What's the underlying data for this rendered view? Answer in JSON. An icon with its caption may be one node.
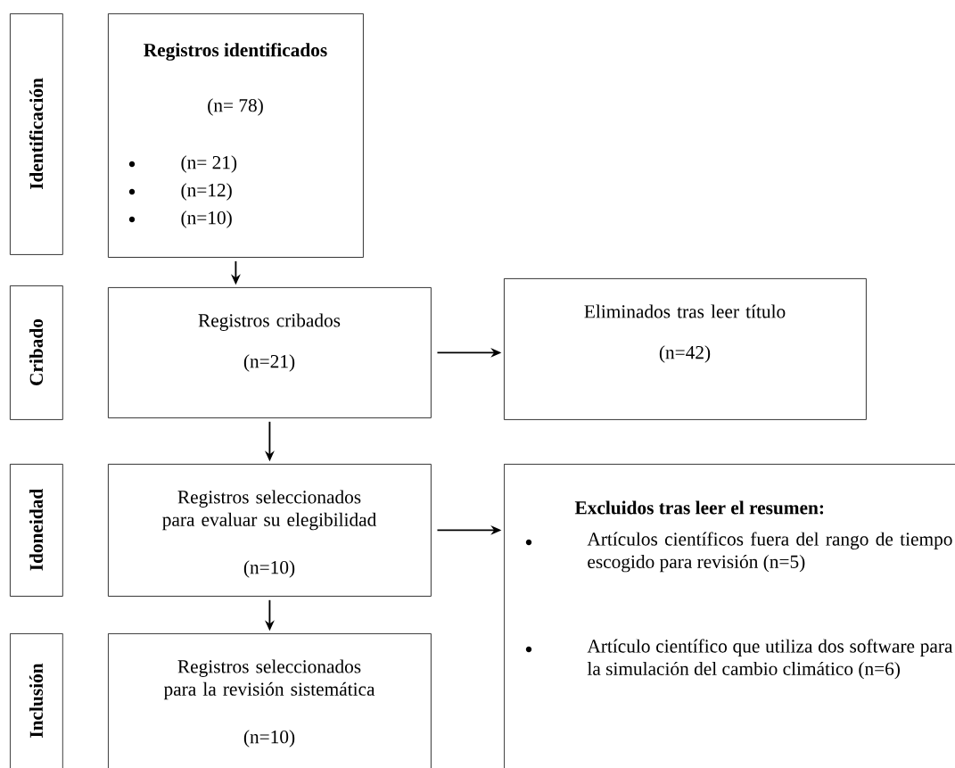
{
  "diagram": {
    "nodes": [
      {
        "text": [
          "Identificación"
        ]
      },
      {
        "text": [
          "Registros identificados",
          "(n= 78)",
          "(n= 21)",
          "(n=12)",
          "(n=10)"
        ]
      },
      {
        "text": [
          "Cribado"
        ]
      },
      {
        "text": [
          "Registros cribados",
          "(n=21)"
        ]
      },
      {
        "text": [
          "Eliminados tras leer título",
          "(n=42)"
        ]
      },
      {
        "text": [
          "Idoneidad"
        ]
      },
      {
        "text": [
          "Registros seleccionados para evaluar su elegibilidad",
          "(n=10)"
        ]
      },
      {
        "text": [
          "Excluidos tras leer el resumen:",
          "Artículos científicos fuera del rango de tiempo escogido para revisión (n=5)",
          "Artículo científico que utiliza dos software para la simulación del cambio climático (n=6)"
        ]
      },
      {
        "text": [
          "Inclusión"
        ]
      },
      {
        "text": [
          "Registros seleccionados para la revisión sistemática",
          "(n=10)"
        ]
      }
    ],
    "edges": [
      {
        "from": 1,
        "to": 3,
        "arrow": "to"
      },
      {
        "from": 3,
        "to": 4,
        "arrow": "to"
      },
      {
        "from": 3,
        "to": 6,
        "arrow": "to"
      },
      {
        "from": 6,
        "to": 7,
        "arrow": "to"
      },
      {
        "from": 6,
        "to": 9,
        "arrow": "to"
      }
    ]
  }
}
